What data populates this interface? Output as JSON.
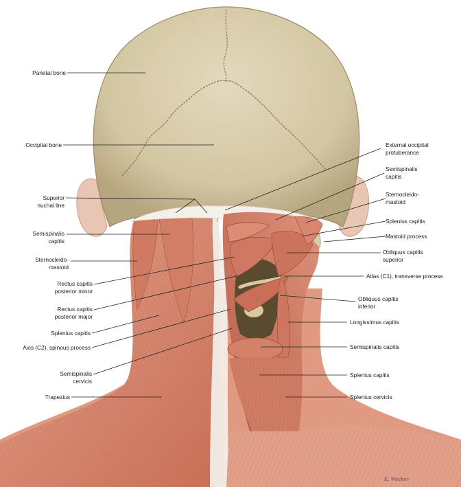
{
  "figure": {
    "title": "",
    "colors": {
      "bone": "#d8cdae",
      "bone_shadow": "#b9ab86",
      "suture": "#8a7a5a",
      "muscle": "#d98a73",
      "muscle_dark": "#b55a45",
      "muscle_light": "#eab3a0",
      "fascia": "#f1ece7",
      "skin": "#ecc9b6",
      "deep_space": "#5a4a30",
      "leader": "#222222"
    },
    "artist_signature": "K. Wesker"
  },
  "labels": {
    "left": [
      {
        "id": "parietal",
        "text": "Parietal bone"
      },
      {
        "id": "occipital",
        "text": "Occipital bone"
      },
      {
        "id": "sup_nuchal",
        "text": "Superior\nnuchal line"
      },
      {
        "id": "semispinalis_cap_l",
        "text": "Semispinalis\ncapitis"
      },
      {
        "id": "scm_l",
        "text": "Sternocleido-\nmastoid"
      },
      {
        "id": "rcp_minor",
        "text": "Rectus capitis\nposterior minor"
      },
      {
        "id": "rcp_major",
        "text": "Rectus capitis\nposterior major"
      },
      {
        "id": "splenius_cap_l",
        "text": "Splenius capitis"
      },
      {
        "id": "axis",
        "text": "Axis (C2), spinous process"
      },
      {
        "id": "semispinalis_cerv",
        "text": "Semispinalis\ncervicis"
      },
      {
        "id": "trapezius",
        "text": "Trapezius"
      }
    ],
    "right": [
      {
        "id": "ext_occ",
        "text": "External occipital\nprotuberance"
      },
      {
        "id": "semispinalis_cap_r",
        "text": "Semispinalis\ncapitis"
      },
      {
        "id": "scm_r",
        "text": "Sternocleido-\nmastoid"
      },
      {
        "id": "splenius_cap_r",
        "text": "Splenius capitis"
      },
      {
        "id": "mastoid",
        "text": "Mastoid process"
      },
      {
        "id": "obl_sup",
        "text": "Obliquus capitis\nsuperior"
      },
      {
        "id": "atlas",
        "text": "Atlas (C1), transverse process"
      },
      {
        "id": "obl_inf",
        "text": "Obliquus capitis\ninferior"
      },
      {
        "id": "longissimus",
        "text": "Longissimus capitis"
      },
      {
        "id": "semispinalis_cap_r2",
        "text": "Semispinalis capitis"
      },
      {
        "id": "splenius_cap_r2",
        "text": "Splenius capitis"
      },
      {
        "id": "splenius_cerv",
        "text": "Splenius cervicis"
      }
    ]
  }
}
